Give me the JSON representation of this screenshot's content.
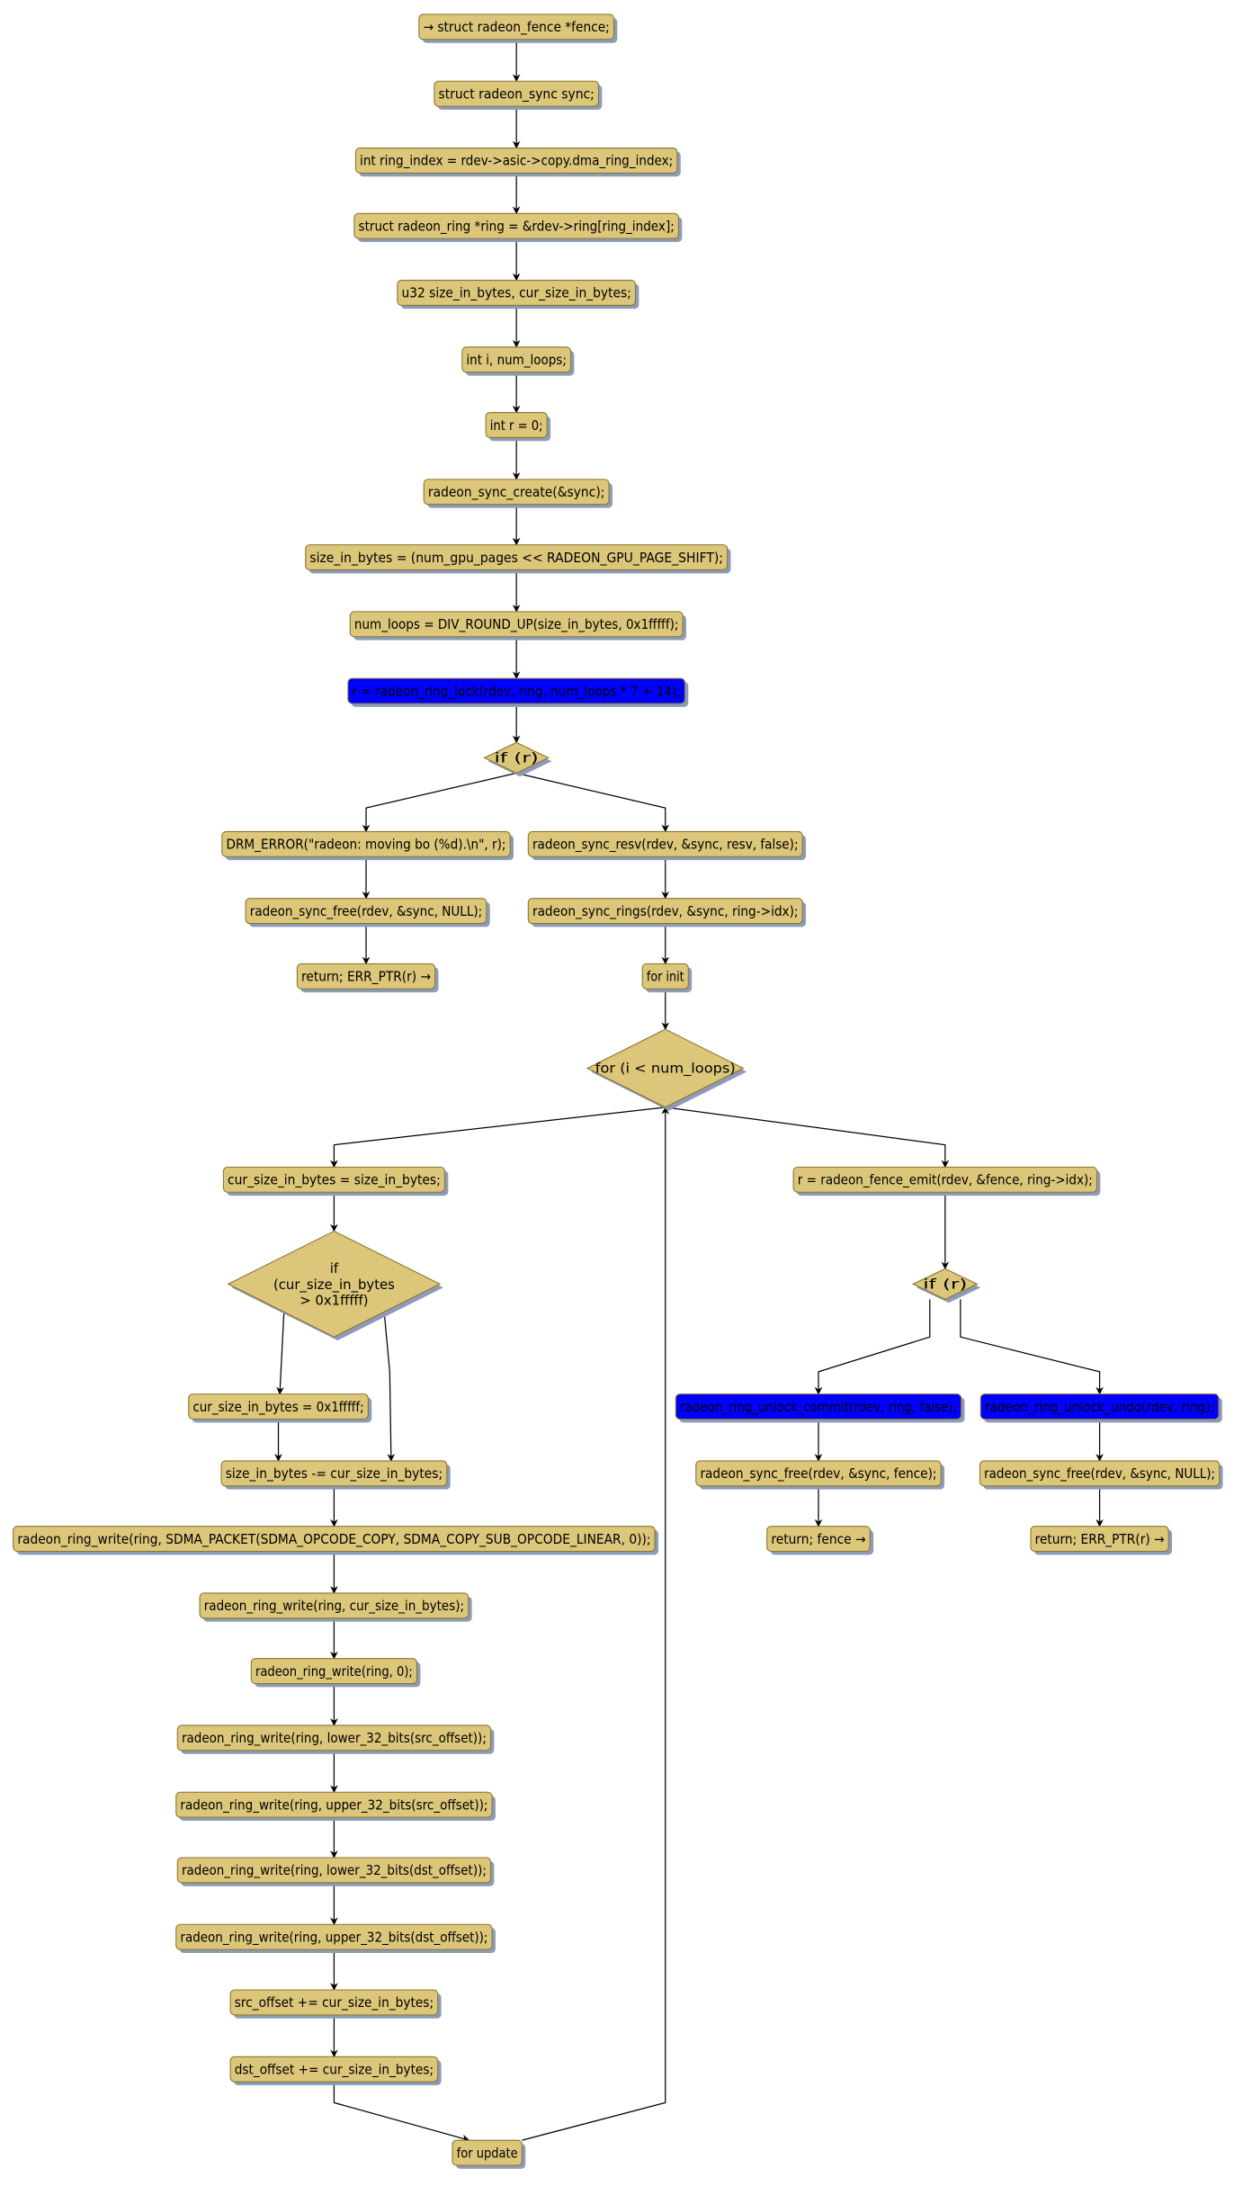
{
  "colors": {
    "node_fill": "#dcc67a",
    "node_stroke": "#8a7630",
    "highlight_fill": "#0000ff",
    "shadow": "#8c9cb8"
  },
  "nodes": [
    "→ struct radeon_fence *fence;",
    "struct radeon_sync sync;",
    "int ring_index = rdev->asic->copy.dma_ring_index;",
    "struct radeon_ring *ring = &rdev->ring[ring_index];",
    "u32 size_in_bytes, cur_size_in_bytes;",
    "int i, num_loops;",
    "int r = 0;",
    "radeon_sync_create(&sync);",
    "size_in_bytes = (num_gpu_pages << RADEON_GPU_PAGE_SHIFT);",
    "num_loops = DIV_ROUND_UP(size_in_bytes, 0x1fffff);",
    "r = radeon_ring_lock(rdev, ring, num_loops * 7 + 14);",
    "if (r)",
    "DRM_ERROR(\"radeon: moving bo (%d).\\n\", r);",
    "radeon_sync_free(rdev, &sync, NULL);",
    "return; ERR_PTR(r) →",
    "radeon_sync_resv(rdev, &sync, resv, false);",
    "radeon_sync_rings(rdev, &sync, ring->idx);",
    "for init",
    "for (i < num_loops)",
    "cur_size_in_bytes = size_in_bytes;",
    "if|(cur_size_in_bytes|> 0x1fffff)",
    "cur_size_in_bytes = 0x1fffff;",
    "size_in_bytes -= cur_size_in_bytes;",
    "radeon_ring_write(ring, SDMA_PACKET(SDMA_OPCODE_COPY, SDMA_COPY_SUB_OPCODE_LINEAR, 0));",
    "radeon_ring_write(ring, cur_size_in_bytes);",
    "radeon_ring_write(ring, 0);",
    "radeon_ring_write(ring, lower_32_bits(src_offset));",
    "radeon_ring_write(ring, upper_32_bits(src_offset));",
    "radeon_ring_write(ring, lower_32_bits(dst_offset));",
    "radeon_ring_write(ring, upper_32_bits(dst_offset));",
    "src_offset += cur_size_in_bytes;",
    "dst_offset += cur_size_in_bytes;",
    "for update",
    "r = radeon_fence_emit(rdev, &fence, ring->idx);",
    "if (r)",
    "radeon_ring_unlock_commit(rdev, ring, false);",
    "radeon_ring_unlock_undo(rdev, ring);",
    "radeon_sync_free(rdev, &sync, fence);",
    "return; fence →",
    "radeon_sync_free(rdev, &sync, NULL);",
    "return; ERR_PTR(r) →"
  ]
}
